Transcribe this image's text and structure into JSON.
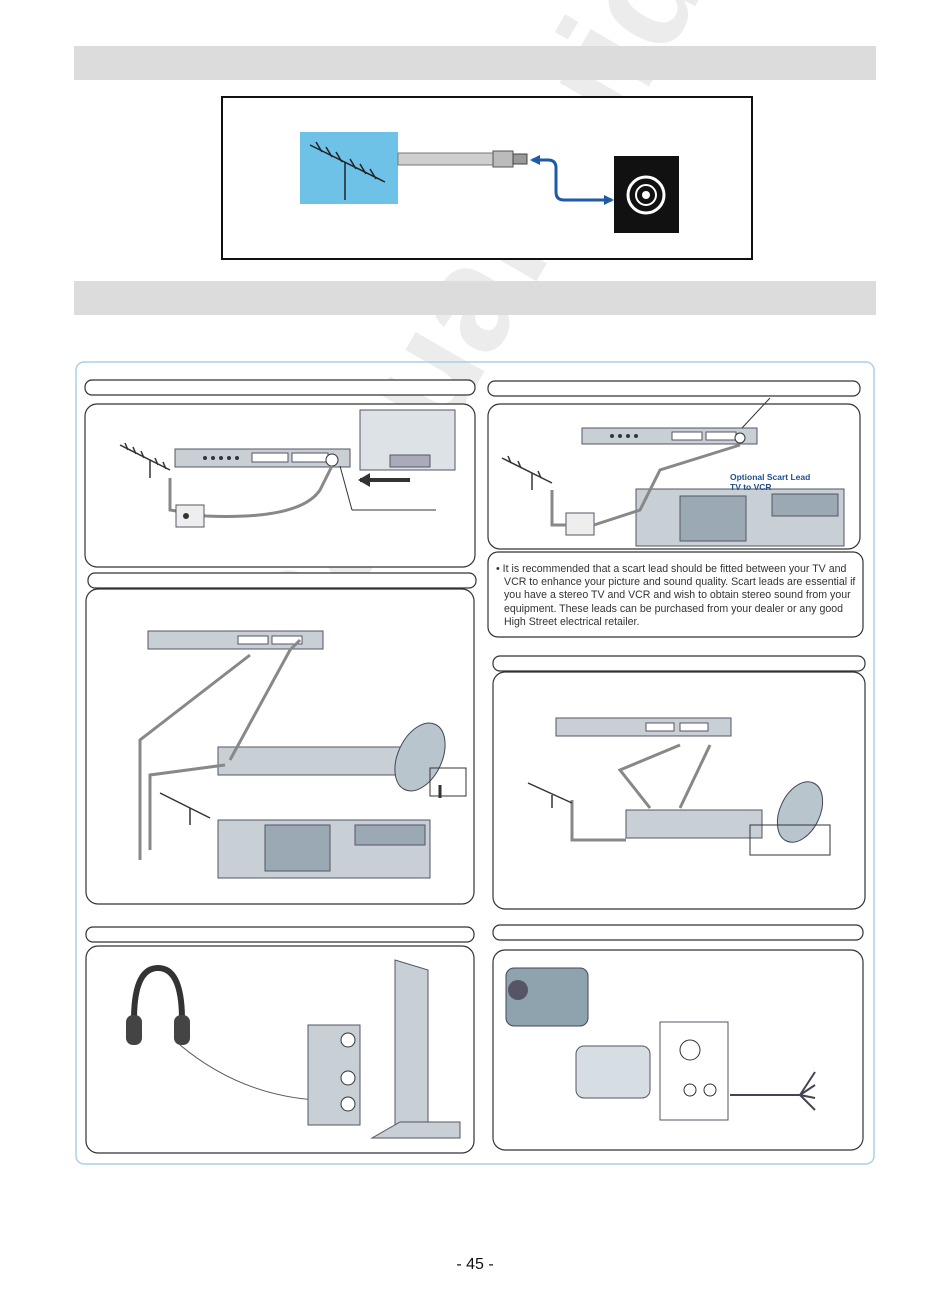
{
  "page": {
    "page_number": "- 45 -",
    "watermark": "manualguides"
  },
  "section2": {
    "optional_lead_label_line1": "Optional Scart Lead",
    "optional_lead_label_line2": "TV to VCR",
    "note_text": "• It is recommended that a scart lead should be fitted between your TV and VCR to enhance your picture and sound quality. Scart leads are essential if you have a stereo TV and VCR and wish to obtain stereo sound from your equipment. These leads can be purchased from your  dealer or any good High Street electrical retailer."
  },
  "icons": [
    "aerial-icon",
    "rf-socket-icon",
    "satellite-dish-icon",
    "headphones-icon",
    "camcorder-icon",
    "av-cable-icon"
  ]
}
